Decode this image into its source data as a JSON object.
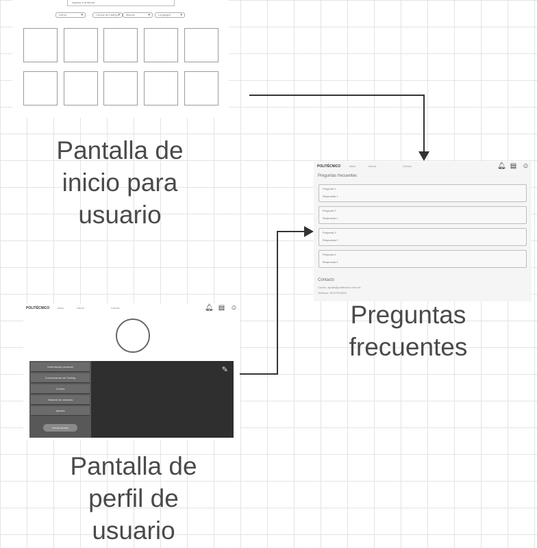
{
  "home_screen": {
    "search_placeholder": "Ingresa a la tienda",
    "filters": [
      "Libros",
      "Cursos de trading",
      "Marcos",
      "Lenguajes"
    ],
    "label": "Pantalla de inicio para usuario"
  },
  "faq_screen": {
    "nav": {
      "brand": "POLITÉCNICO",
      "links": [
        "Inicio",
        "Libros",
        "Cursos"
      ]
    },
    "title": "Preguntas frecuentes",
    "items": [
      {
        "question": "Pregunta 1",
        "answer": "Respuesta 1"
      },
      {
        "question": "Pregunta 2",
        "answer": "Respuesta 2"
      },
      {
        "question": "Pregunta 3",
        "answer": "Respuesta 3"
      },
      {
        "question": "Pregunta 4",
        "answer": "Respuesta 4"
      }
    ],
    "contact_title": "Contacto",
    "contact_lines": [
      "Correo: ayuda@politecnico.edu.mx",
      "Teléfono: 55 5729 6000"
    ],
    "label": "Preguntas frecuentes"
  },
  "profile_screen": {
    "nav": {
      "brand": "POLITÉCNICO",
      "links": [
        "Inicio",
        "Libros",
        "Cursos"
      ]
    },
    "menu": [
      "Información personal",
      "Conocimiento de Trading",
      "Cursos",
      "Historial de compras",
      "Ajustes"
    ],
    "logout": "Cerrar sesión",
    "label": "Pantalla de perfil de usuario"
  }
}
